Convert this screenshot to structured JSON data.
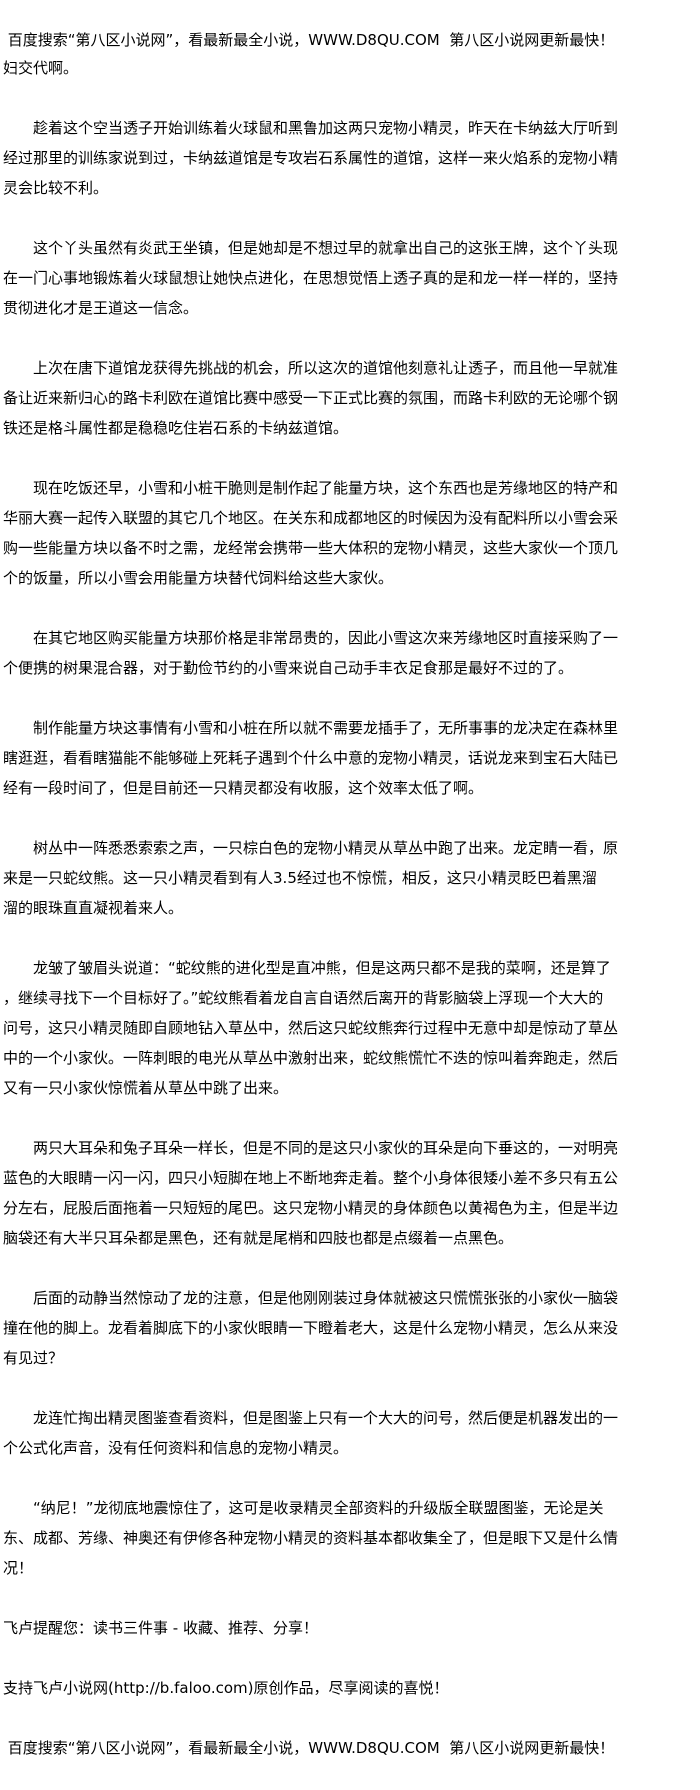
{
  "header_banner": " 百度搜索“第八区小说网”，看最新最全小说，WWW.D8QU.COM  第八区小说网更新最快！",
  "paragraphs": [
    {
      "lines": [
        "妇交代啊。"
      ]
    },
    {
      "lines": [
        "　　趁着这个空当透子开始训练着火球鼠和黑鲁加这两只宠物小精灵，昨天在卡纳兹大厅听到",
        "经过那里的训练家说到过，卡纳兹道馆是专攻岩石系属性的道馆，这样一来火焰系的宠物小精",
        "灵会比较不利。"
      ]
    },
    {
      "lines": [
        "　　这个丫头虽然有炎武王坐镇，但是她却是不想过早的就拿出自己的这张王牌，这个丫头现",
        "在一门心事地锻炼着火球鼠想让她快点进化，在思想觉悟上透子真的是和龙一样一样的，坚持",
        "贯彻进化才是王道这一信念。"
      ]
    },
    {
      "lines": [
        "　　上次在唐下道馆龙获得先挑战的机会，所以这次的道馆他刻意礼让透子，而且他一早就准",
        "备让近来新归心的路卡利欧在道馆比赛中感受一下正式比赛的氛围，而路卡利欧的无论哪个钢",
        "铁还是格斗属性都是稳稳吃住岩石系的卡纳兹道馆。"
      ]
    },
    {
      "lines": [
        "　　现在吃饭还早，小雪和小桩干脆则是制作起了能量方块，这个东西也是芳缘地区的特产和",
        "华丽大赛一起传入联盟的其它几个地区。在关东和成都地区的时候因为没有配料所以小雪会采",
        "购一些能量方块以备不时之需，龙经常会携带一些大体积的宠物小精灵，这些大家伙一个顶几",
        "个的饭量，所以小雪会用能量方块替代饲料给这些大家伙。"
      ]
    },
    {
      "lines": [
        "　　在其它地区购买能量方块那价格是非常昂贵的，因此小雪这次来芳缘地区时直接采购了一",
        "个便携的树果混合器，对于勤俭节约的小雪来说自己动手丰衣足食那是最好不过的了。"
      ]
    },
    {
      "lines": [
        "　　制作能量方块这事情有小雪和小桩在所以就不需要龙插手了，无所事事的龙决定在森林里",
        "瞎逛逛，看看瞎猫能不能够碰上死耗子遇到个什么中意的宠物小精灵，话说龙来到宝石大陆已",
        "经有一段时间了，但是目前还一只精灵都没有收服，这个效率太低了啊。"
      ]
    },
    {
      "lines": [
        "　　树丛中一阵悉悉索索之声，一只棕白色的宠物小精灵从草丛中跑了出来。龙定睛一看，原",
        "来是一只蛇纹熊。这一只小精灵看到有人3.5经过也不惊慌，相反，这只小精灵眨巴着黑溜",
        "溜的眼珠直直凝视着来人。"
      ]
    },
    {
      "lines": [
        "　　龙皱了皱眉头说道：“蛇纹熊的进化型是直冲熊，但是这两只都不是我的菜啊，还是算了",
        "，继续寻找下一个目标好了。”蛇纹熊看着龙自言自语然后离开的背影脑袋上浮现一个大大的",
        "问号，这只小精灵随即自顾地钻入草丛中，然后这只蛇纹熊奔行过程中无意中却是惊动了草丛",
        "中的一个小家伙。一阵刺眼的电光从草丛中激射出来，蛇纹熊慌忙不迭的惊叫着奔跑走，然后",
        "又有一只小家伙惊慌着从草丛中跳了出来。"
      ]
    },
    {
      "lines": [
        "　　两只大耳朵和兔子耳朵一样长，但是不同的是这只小家伙的耳朵是向下垂这的，一对明亮",
        "蓝色的大眼睛一闪一闪，四只小短脚在地上不断地奔走着。整个小身体很矮小差不多只有五公",
        "分左右，屁股后面拖着一只短短的尾巴。这只宠物小精灵的身体颜色以黄褐色为主，但是半边",
        "脑袋还有大半只耳朵都是黑色，还有就是尾梢和四肢也都是点缀着一点黑色。"
      ]
    },
    {
      "lines": [
        "　　后面的动静当然惊动了龙的注意，但是他刚刚装过身体就被这只慌慌张张的小家伙一脑袋",
        "撞在他的脚上。龙看着脚底下的小家伙眼睛一下瞪着老大，这是什么宠物小精灵，怎么从来没",
        "有见过？"
      ]
    },
    {
      "lines": [
        "　　龙连忙掏出精灵图鉴查看资料，但是图鉴上只有一个大大的问号，然后便是机器发出的一",
        "个公式化声音，没有任何资料和信息的宠物小精灵。"
      ]
    },
    {
      "lines": [
        "　　“纳尼！”龙彻底地震惊住了，这可是收录精灵全部资料的升级版全联盟图鉴，无论是关",
        "东、成都、芳缘、神奥还有伊修各种宠物小精灵的资料基本都收集全了，但是眼下又是什么情",
        "况！"
      ]
    },
    {
      "lines": [
        "飞卢提醒您：读书三件事 - 收藏、推荐、分享！"
      ]
    },
    {
      "lines": [
        "支持飞卢小说网(http://b.faloo.com)原创作品，尽享阅读的喜悦！"
      ]
    },
    {
      "lines": [
        " 百度搜索“第八区小说网”，看最新最全小说，WWW.D8QU.COM  第八区小说网更新最快！"
      ]
    }
  ]
}
